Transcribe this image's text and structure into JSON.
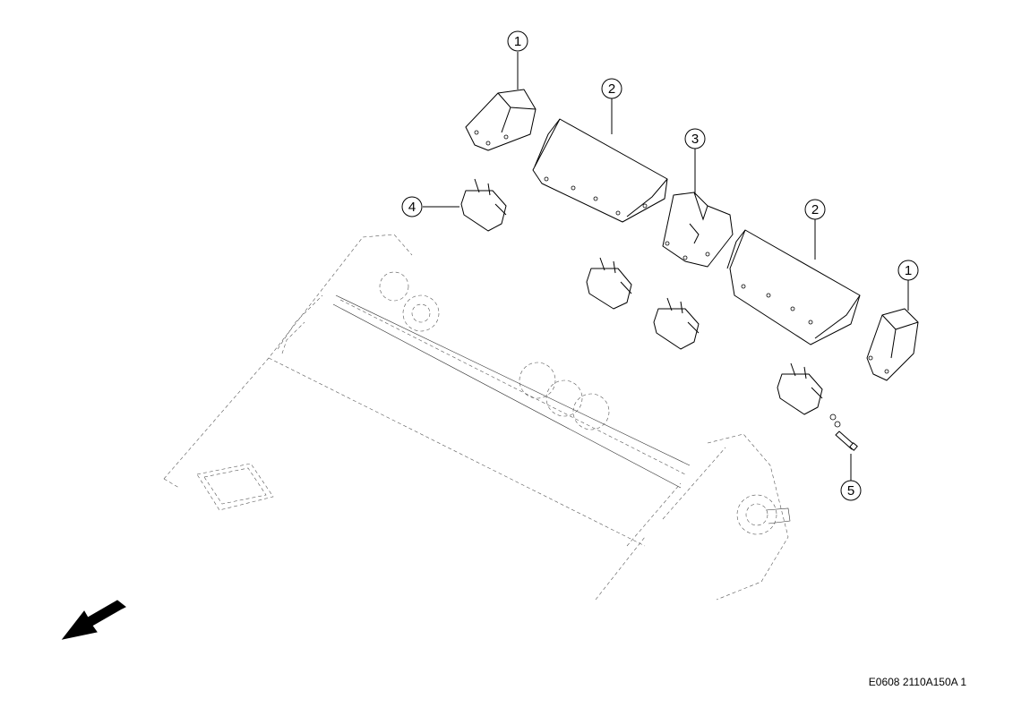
{
  "callouts": [
    "1",
    "2",
    "3",
    "4",
    "2",
    "1",
    "5"
  ],
  "reference_code": "E0608 2110A150A 1",
  "icons": {
    "direction_arrow": "direction-arrow-icon"
  }
}
